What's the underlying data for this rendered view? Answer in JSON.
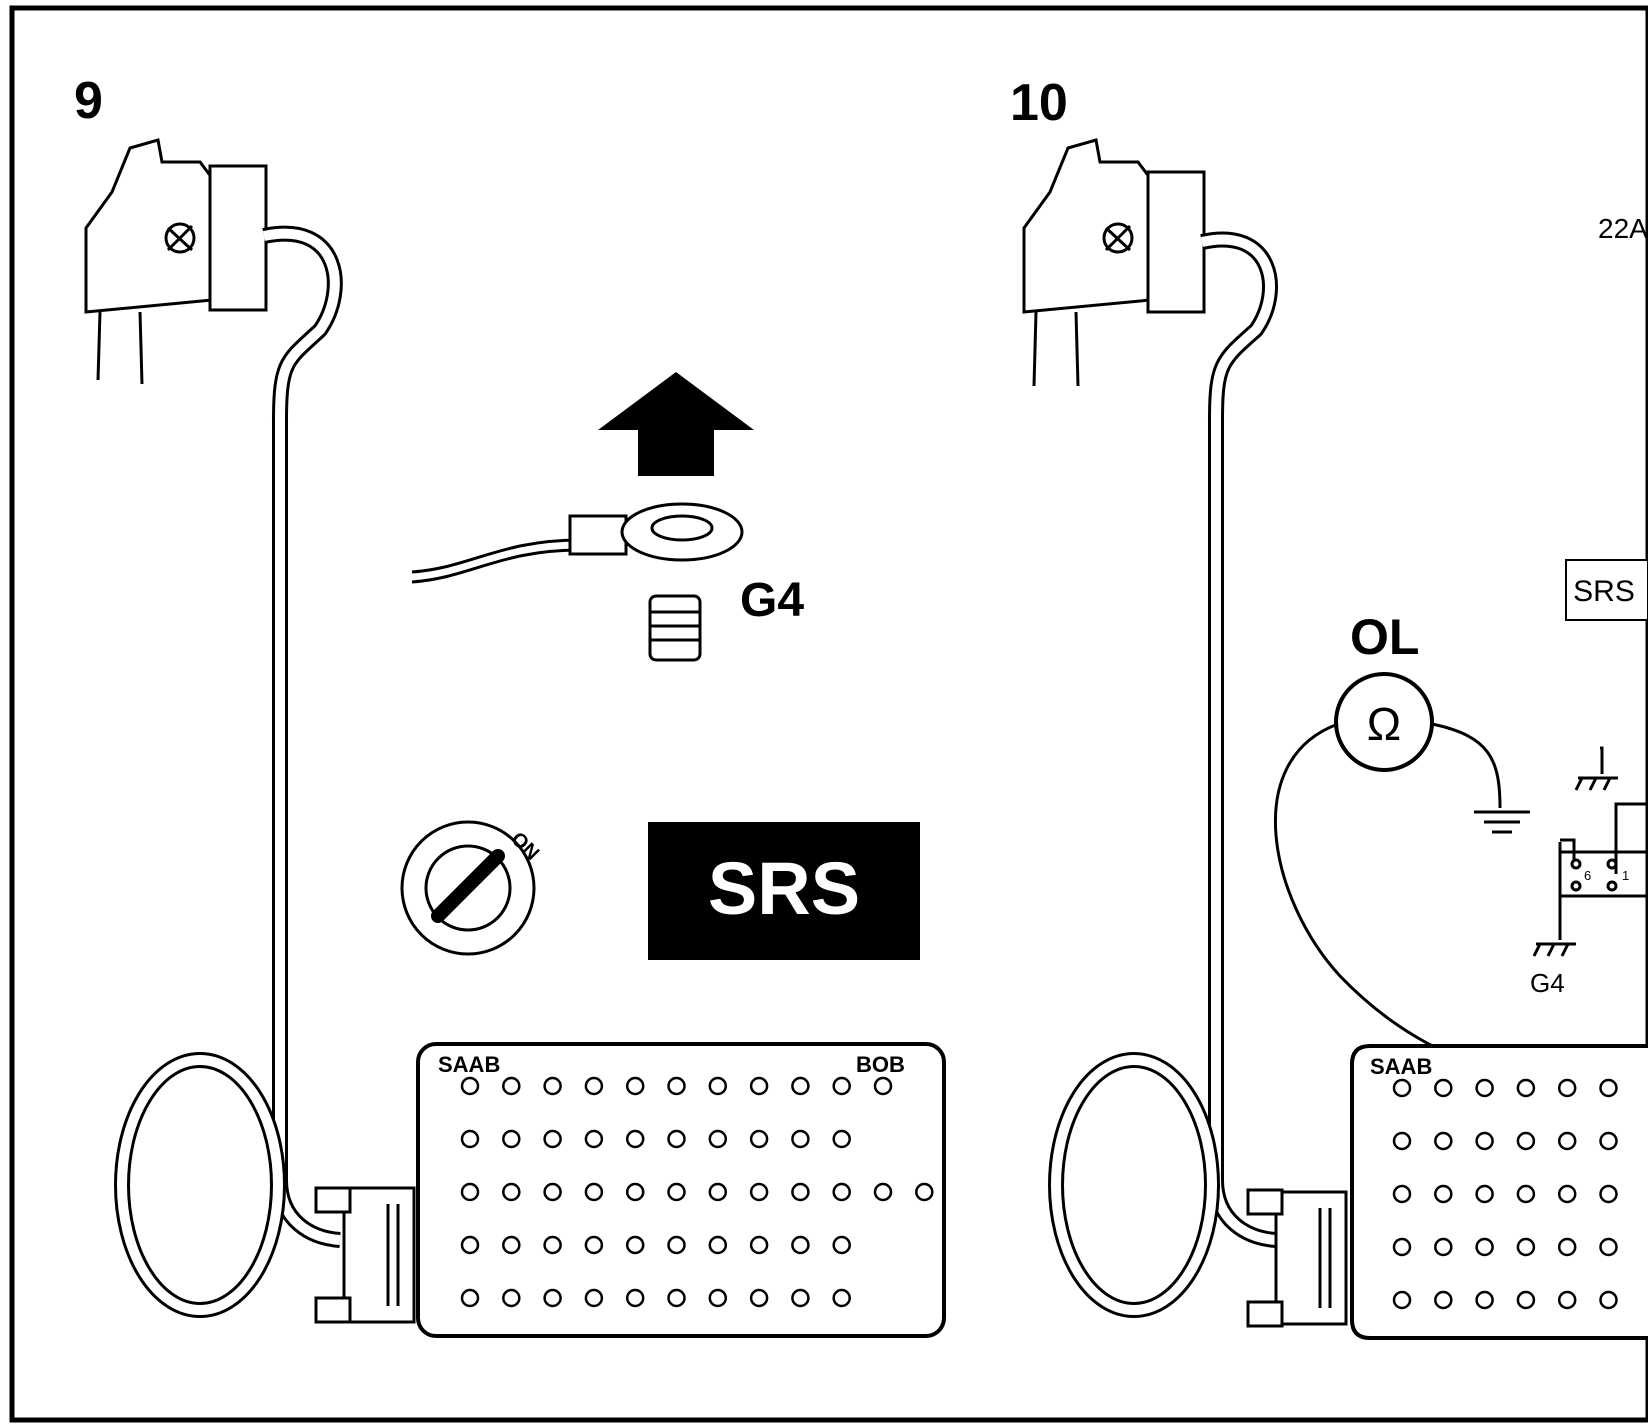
{
  "panels": [
    {
      "number": "9"
    },
    {
      "number": "10"
    }
  ],
  "panel9": {
    "ground_point": "G4",
    "ignition_position": "ON",
    "warning_light_text": "SRS",
    "breakout_box": {
      "brand": "SAAB",
      "name": "BOB",
      "rows": [
        11,
        10,
        12,
        10,
        10
      ]
    }
  },
  "panel10": {
    "reference_code": "22A",
    "srs_box_text": "SRS",
    "meter_reading": "OL",
    "meter_symbol": "Ω",
    "ground_label": "G4",
    "connector_pins": [
      "6",
      "1"
    ],
    "breakout_box": {
      "brand": "SAAB",
      "visible_rows": [
        6,
        6,
        6,
        6,
        6
      ]
    }
  },
  "colors": {
    "ink": "#000000",
    "paper": "#ffffff"
  }
}
